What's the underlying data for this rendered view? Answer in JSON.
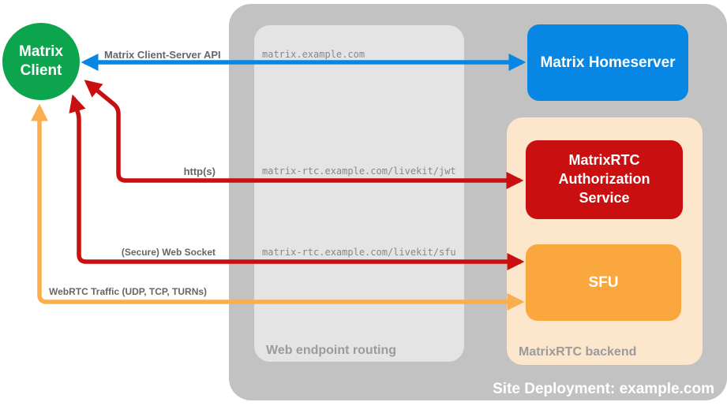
{
  "containers": {
    "site_deployment": {
      "label": "Site Deployment: example.com",
      "color": "#c2c2c2"
    },
    "web_endpoint_routing": {
      "label": "Web endpoint routing",
      "color": "#e4e4e4"
    },
    "matrixrtc_backend": {
      "label": "MatrixRTC backend",
      "color": "#fce6cc"
    }
  },
  "nodes": {
    "matrix_client": {
      "label": "Matrix Client",
      "color": "#0da44e"
    },
    "matrix_homeserver": {
      "label": "Matrix Homeserver",
      "color": "#0886e4"
    },
    "matrixrtc_authorization_service": {
      "label": "MatrixRTC Authorization Service",
      "color": "#c90f0f"
    },
    "sfu": {
      "label": "SFU",
      "color": "#faa73e"
    }
  },
  "endpoints": {
    "homeserver_host": "matrix.example.com",
    "jwt_path": "matrix-rtc.example.com/livekit/jwt",
    "sfu_path": "matrix-rtc.example.com/livekit/sfu"
  },
  "edges": {
    "client_server_api": {
      "label": "Matrix Client-Server API",
      "color": "#0886e4"
    },
    "https": {
      "label": "http(s)",
      "color": "#c90f0f"
    },
    "web_socket": {
      "label": "(Secure) Web Socket",
      "color": "#c90f0f"
    },
    "webrtc": {
      "label": "WebRTC Traffic (UDP, TCP, TURNs)",
      "color": "#fbae4d"
    }
  }
}
